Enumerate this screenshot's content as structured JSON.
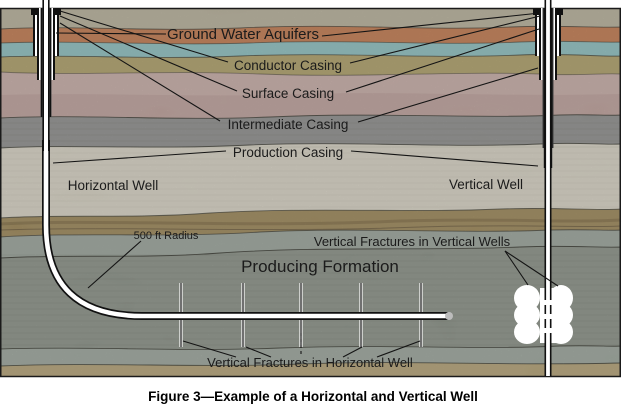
{
  "diagram": {
    "caption": "Figure 3—Example of a Horizontal and Vertical Well",
    "labels": {
      "ground_water_aquifers": "Ground Water Aquifers",
      "conductor_casing": "Conductor Casing",
      "surface_casing": "Surface Casing",
      "intermediate_casing": "Intermediate Casing",
      "production_casing": "Production Casing",
      "horizontal_well": "Horizontal Well",
      "vertical_well": "Vertical Well",
      "radius": "500 ft Radius",
      "vertical_fractures_vertical_wells": "Vertical Fractures in Vertical Wells",
      "producing_formation": "Producing Formation",
      "vertical_fractures_horizontal_well": "Vertical Fractures in Horizontal Well"
    },
    "layers": [
      {
        "name": "topsoil",
        "color": "#b7b09a"
      },
      {
        "name": "rust-bed",
        "color": "#c17b50"
      },
      {
        "name": "groundwater-aquifer",
        "color": "#8dbfbf"
      },
      {
        "name": "olive-bed",
        "color": "#ae9f69"
      },
      {
        "name": "pink-bed-upper",
        "color": "#c7aca6"
      },
      {
        "name": "pink-bed-lower",
        "color": "#bda19b"
      },
      {
        "name": "gray-rock",
        "color": "#8f8f8d"
      },
      {
        "name": "cream-rock",
        "color": "#d6d2c3"
      },
      {
        "name": "tan-streak-bed",
        "color": "#9c8758"
      },
      {
        "name": "slate-bed-upper",
        "color": "#9aa39a"
      },
      {
        "name": "producing-formation",
        "color": "#8a9187"
      },
      {
        "name": "slate-bed-lower",
        "color": "#9ba59b"
      },
      {
        "name": "tan-bed-bottom",
        "color": "#b2a176"
      }
    ],
    "well_colors": {
      "bore": "#ffffff",
      "casing": "#111111",
      "end_cap": "#bcbcbc",
      "fracture_fill": "#ffffff"
    }
  }
}
